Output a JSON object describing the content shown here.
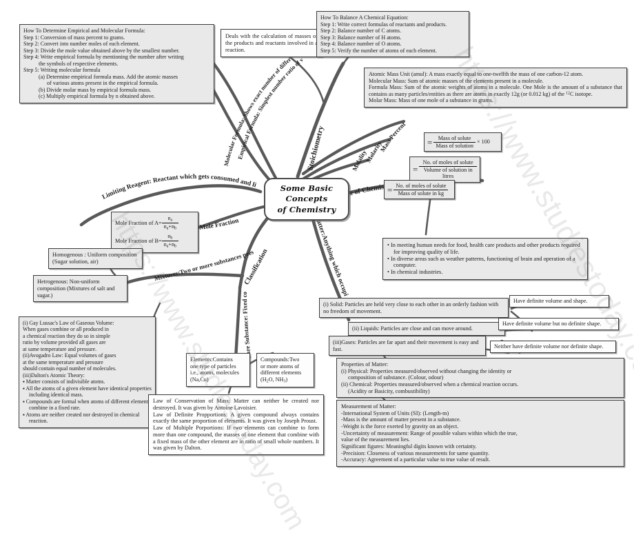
{
  "title": "Some Basic Concepts of Chemistry - Mind Map",
  "watermark": "https://www.studiestoday.com",
  "center": {
    "line1": "Some Basic",
    "line2": "Concepts",
    "line3": "of Chemistry"
  },
  "branch_labels": {
    "stoichiometry": "Stoichiometry",
    "empirical_formula": "Empirical Formula: Simplest number ratio of various atoms present in a compound",
    "molecular_formula": "Molecular Formula: Shows exact number of different types of atoms present in a molecule of a compound.",
    "limiting_reagent": "Limiting Reagent: Reactant which gets consumed and limits the amount of product formed.",
    "mole_fraction": "Mole Fraction",
    "mixtures": "Mixtures:Two or more substances present in any ratio. (air,tea)",
    "classification": "Classification",
    "pure_substance": "Pure Substance: Fixed composition (Cu, Ag)",
    "mass_percent": "Mass Percent",
    "molarity": "Molarity",
    "molality": "Molality",
    "importance": "Importance of Chemistry",
    "matter": "Matter:Anything which occupies space"
  },
  "boxes": {
    "empirical_molecular": {
      "heading": "How To Determine Empirical and Molecular Formula:",
      "steps": [
        "Step 1: Conversion of mass percent to grams.",
        "Step 2: Convert into number moles of each element.",
        "Step 3: Divide the mole value obtained above by the smallest number.",
        "Step 4: Write empirical formula by mentioning the number after writing",
        "the symbols of respective elements.",
        "Step 5: Writing molecular formula",
        "(a) Determine empirical formula mass. Add the atomic masses",
        "of various atoms present in the empirical formula.",
        "(b) Divide molar mass by empirical formula mass.",
        "(c) Multiply empirical formula by n obtained above."
      ]
    },
    "stoich_def": "Deals with the calculation of masses of the products and reactants involved in a reaction.",
    "balance_equation": {
      "heading": "How To Balance A Chemical Equation:",
      "steps": [
        "Step 1: Write correct formulas of reactants and products.",
        "Step 2: Balance number of C atoms.",
        "Step 3: Balance number of H atoms.",
        "Step 4: Balance number of O atoms.",
        "Step 5: Verify the number of atoms of each element."
      ]
    },
    "mass_definitions": {
      "l1": "Atomic Mass Unit (amul): A mass exactly equal to one-twelfth the mass of one carbon-12 atom.",
      "l2": "Molecular Mass: Sum of atomic masses of the elements present in a molecule.",
      "l3_a": "Formula Mass: Sum of the atomic weights of atoms in a molecule. One Mole is the amount of a substance that contains as many particles/entities as there are atoms in exactly 12g (or 0.012 kg) of the ",
      "l3_sup": "12",
      "l3_b": "C isotope.",
      "l4": "Molar Mass: Mass of one mole of a substance in grams."
    },
    "mass_percent_formula": {
      "numerator": "Mass of solute",
      "denominator": "Mass of solution",
      "suffix": "× 100"
    },
    "molarity_formula": {
      "numerator": "No. of moles of solute",
      "denominator": "Volume of solution in litres"
    },
    "molality_formula": {
      "numerator": "No. of moles of solute",
      "denominator": "Mass of solute in kg"
    },
    "mole_fraction_formula": {
      "label_a": "Mole Fraction of A=",
      "label_b": "Mole Fraction of B="
    },
    "homogenous": "Homogenous : Uniform composition  (Sugar solution, air)",
    "heterogenous": "Hetrogenous: Non-uniform composition (Mixtures of salt and sugar.)",
    "gas_laws": {
      "l1": "(i) Gay Lussac's Law of Gaseous Volume:",
      "l2": "When gases combine or all produced in",
      "l3": "a chemical reaction they do so in simple",
      "l4": "ratio by volume provided all gases are",
      "l5": "at same temperature and pressure.",
      "l6": "(ii)Avogadro Law: Equal volumes of gases",
      "l7": "at the same temperature and pressure",
      "l8": "should contain equal number of molecules.",
      "l9": "(iii)Dalton's Atomic Theory:",
      "b1": "Matter consists of indivisible atoms.",
      "b2": "All the atoms of a given element have identical properties including identical mass.",
      "b3": "Compounds are formal when atoms of different elements combine in a fixed rate.",
      "b4": "Atoms are neither created nor destroyed in chemical reaction."
    },
    "elements": {
      "l1": "Elements:Contains",
      "l2": "one type of particles",
      "l3": "i.e., atoms, molecules",
      "l4": "(Na,Cu)"
    },
    "compounds": {
      "l1": "Compounds:Two",
      "l2": "or more atoms of",
      "l3": "different elements",
      "l4_pre": "(H",
      "l4_sub1": "2",
      "l4_mid": "O, NH",
      "l4_sub2": "3",
      "l4_post": ")"
    },
    "laws": {
      "l1": "Law of Conservation of Mass: Matter can neither be created nor destroyed. It was given by Antoine Lavoisier.",
      "l2": "Law of Definite Propportions: A given compound always contains exactly the same proportion of elements. It was given by Joseph Proust.",
      "l3": "Law of Multiple Porportions: If two elements can combine to form more than one compound, the masses of one element that combine with a fixed mass of the other element are in ratio of small whole numbers. It was given by Dalton."
    },
    "importance_list": [
      "In meeting human needs for food, health care products and other products required for improving quality of life.",
      "In diverse areas such as weather patterns, functioning of brain and operation of a computer.",
      "In chemical industries."
    ],
    "solid": "(i) Solid: Particles are held very close to each other in an orderly fashion with no freedom of movement.",
    "liquid": "(ii) Liquids: Particles are close and can move around.",
    "gas": "(iii)Gases: Particles are far apart and their movement is easy and fast.",
    "solid_prop": "Have definite volume and shape.",
    "liquid_prop": "Have definite volume but no definite shape.",
    "gas_prop": "Neither have definite volume nor definite shape.",
    "properties_of_matter": {
      "heading": "Properties of Matter:",
      "l1": "(i) Physical: Properties measured/observed without changing the identity or",
      "l2": "composition of substance. (Colour, odour)",
      "l3": "(ii) Chemical: Properties measured/observed when a chemical reaction occurs.",
      "l4": "(Acidity or Basicity, combustibility)"
    },
    "measurement_of_matter": {
      "heading": "Measurement of Matter:",
      "l1": "-International System of Units (SI): (Length-m)",
      "l2": "-Mass is the amount of matter present in a substance.",
      "l3": "-Weight is the force exerted by gravity on an object.",
      "l4": "-Uncertainty of measurement: Range of possible values within which the true,",
      "l5": "value of the measurement lies.",
      "l6": "Significant figures: Meaningful digits known with certainty.",
      "l7": "-Precision: Closeness of various measurements for same quantity.",
      "l8": "-Accuracy: Agreement of a particular value to true value of result."
    }
  },
  "colors": {
    "box_fill": "#e9e9e9",
    "box_border": "#3a3a3a",
    "branch": "#555555",
    "text": "#1a1a1a",
    "background": "#ffffff"
  }
}
